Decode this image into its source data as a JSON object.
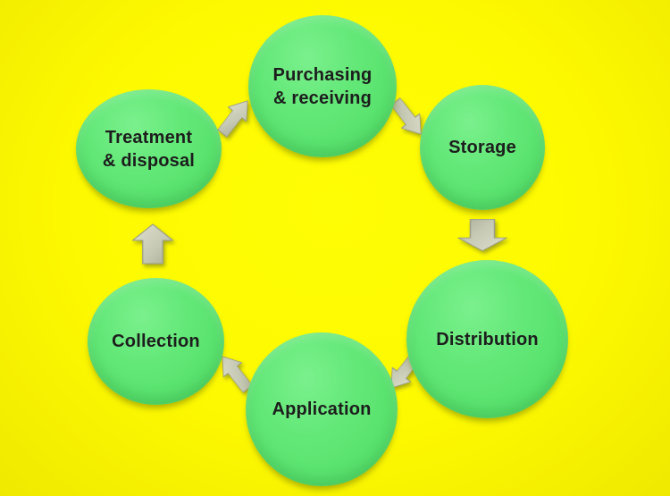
{
  "diagram": {
    "type": "cycle",
    "background_color": "#fdf900",
    "node_color": "#5de472",
    "arrow_color": "#c9ccb8",
    "text_color": "#1d1d1d",
    "nodes": [
      {
        "id": "purchasing",
        "label": "Purchasing\n& receiving"
      },
      {
        "id": "storage",
        "label": "Storage"
      },
      {
        "id": "distribution",
        "label": "Distribution"
      },
      {
        "id": "application",
        "label": "Application"
      },
      {
        "id": "collection",
        "label": "Collection"
      },
      {
        "id": "treatment",
        "label": "Treatment\n& disposal"
      }
    ],
    "arrows": [
      {
        "from": "purchasing",
        "to": "storage"
      },
      {
        "from": "storage",
        "to": "distribution"
      },
      {
        "from": "distribution",
        "to": "application"
      },
      {
        "from": "application",
        "to": "collection"
      },
      {
        "from": "collection",
        "to": "treatment"
      },
      {
        "from": "treatment",
        "to": "purchasing"
      }
    ]
  }
}
